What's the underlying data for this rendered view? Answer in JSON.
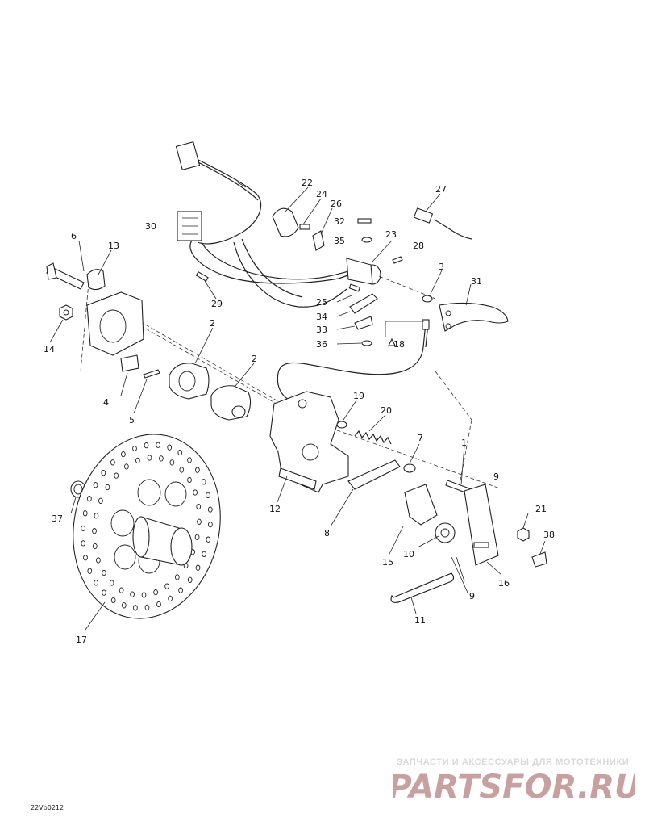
{
  "diagram_code": "22Vb0212",
  "watermark": {
    "tagline": "ЗАПЧАСТИ И АКСЕССУАРЫ ДЛЯ МОТОТЕХНИКИ",
    "logo_text": "PARTSFOR.RU"
  },
  "callouts": {
    "c1": "1",
    "c2a": "2",
    "c2b": "2",
    "c3": "3",
    "c4": "4",
    "c5": "5",
    "c6": "6",
    "c7": "7",
    "c8": "8",
    "c9a": "9",
    "c9b": "9",
    "c10": "10",
    "c11": "11",
    "c12": "12",
    "c13": "13",
    "c14": "14",
    "c15": "15",
    "c16": "16",
    "c17": "17",
    "c18": "18",
    "c19": "19",
    "c20": "20",
    "c21": "21",
    "c22": "22",
    "c23": "23",
    "c24": "24",
    "c25": "25",
    "c26": "26",
    "c27": "27",
    "c28": "28",
    "c29": "29",
    "c30": "30",
    "c31": "31",
    "c32": "32",
    "c33": "33",
    "c34": "34",
    "c35": "35",
    "c36": "36",
    "c37": "37",
    "c38": "38"
  },
  "colors": {
    "line": "#222222",
    "watermark_logo": "#c9a0a0",
    "watermark_text": "#d9d9d9"
  }
}
